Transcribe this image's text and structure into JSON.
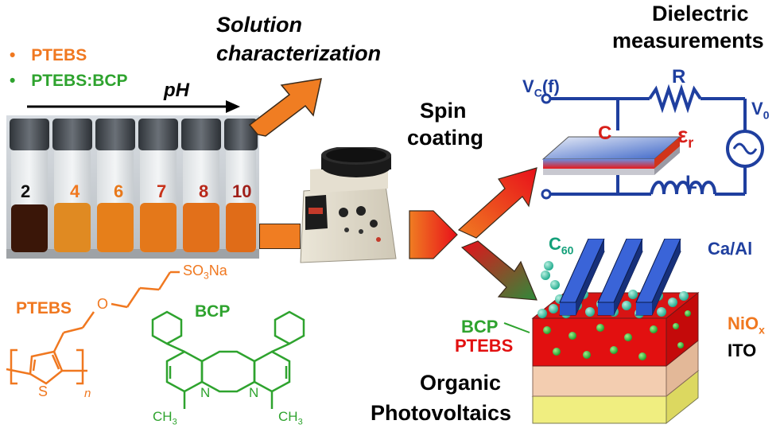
{
  "legend": {
    "ptebs": "PTEBS",
    "ptebs_bcp": "PTEBS:BCP",
    "bullet": "•",
    "ptebs_color": "#f07820",
    "ptebs_bcp_color": "#2ea32e"
  },
  "ph_label": "pH",
  "vial_numbers": [
    "2",
    "4",
    "6",
    "7",
    "8",
    "10"
  ],
  "solution_label_line1": "Solution",
  "solution_label_line2": "characterization",
  "spin_label_line1": "Spin",
  "spin_label_line2": "coating",
  "dielectric_label_line1": "Dielectric",
  "dielectric_label_line2": "measurements",
  "circuit": {
    "vc": "V",
    "vc_sub": "C",
    "vc_tail": "(f)",
    "r": "R",
    "c": "C",
    "eps": "ε",
    "eps_sub": "r",
    "l": "L",
    "v0": "V",
    "v0_sub": "0",
    "color": "#1f3f9f"
  },
  "device": {
    "c60": "C",
    "c60_sub": "60",
    "caal": "Ca/Al",
    "bcp": "BCP",
    "ptebs": "PTEBS",
    "niox": "NiO",
    "niox_sub": "x",
    "ito": "ITO"
  },
  "opv_label_line1": "Organic",
  "opv_label_line2": "Photovoltaics",
  "chem": {
    "so3na": "SO",
    "so3na_sub": "3",
    "so3na_tail": "Na",
    "o": "O",
    "s": "S",
    "n_sub": "n",
    "ptebs": "PTEBS",
    "bcp": "BCP",
    "n1": "N",
    "n2": "N",
    "ch3a": "CH",
    "ch3a_sub": "3",
    "ch3b": "CH",
    "ch3b_sub": "3"
  }
}
